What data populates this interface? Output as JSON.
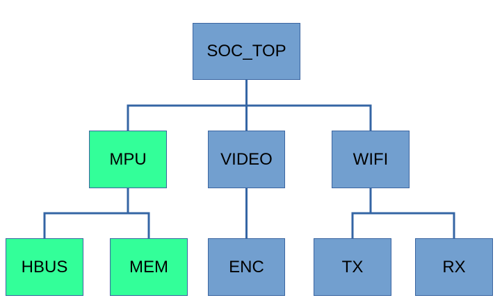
{
  "diagram": {
    "type": "hierarchy-tree",
    "colors": {
      "block": "#729fcf",
      "highlight": "#33ff99",
      "border": "#3a64a0",
      "wire": "#3465a4"
    },
    "nodes": [
      {
        "id": "soc_top",
        "label": "SOC_TOP",
        "style": "block",
        "parent": null
      },
      {
        "id": "mpu",
        "label": "MPU",
        "style": "highlight",
        "parent": "soc_top"
      },
      {
        "id": "video",
        "label": "VIDEO",
        "style": "block",
        "parent": "soc_top"
      },
      {
        "id": "wifi",
        "label": "WIFI",
        "style": "block",
        "parent": "soc_top"
      },
      {
        "id": "hbus",
        "label": "HBUS",
        "style": "highlight",
        "parent": "mpu"
      },
      {
        "id": "mem",
        "label": "MEM",
        "style": "highlight",
        "parent": "mpu"
      },
      {
        "id": "enc",
        "label": "ENC",
        "style": "block",
        "parent": "video"
      },
      {
        "id": "tx",
        "label": "TX",
        "style": "block",
        "parent": "wifi"
      },
      {
        "id": "rx",
        "label": "RX",
        "style": "block",
        "parent": "wifi"
      }
    ]
  }
}
